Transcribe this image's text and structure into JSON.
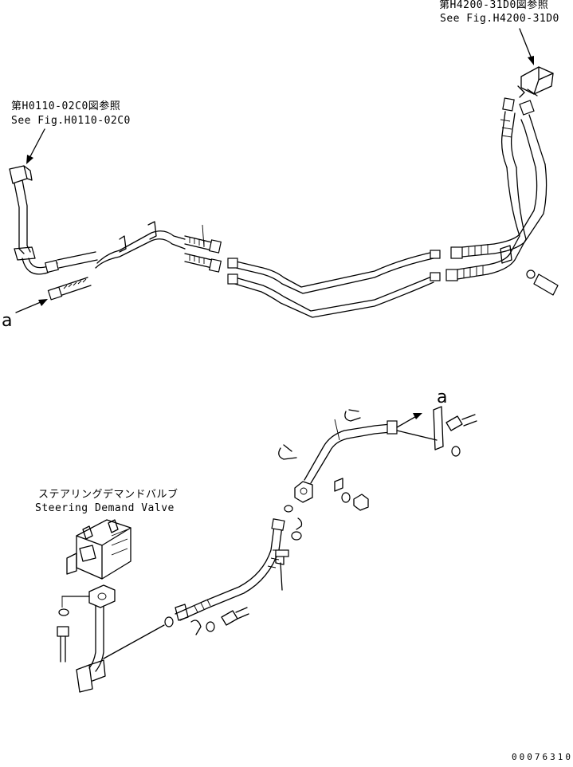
{
  "refs": {
    "top_right": {
      "jp": "第H4200-31D0図参照",
      "en": "See Fig.H4200-31D0"
    },
    "top_left": {
      "jp": "第H0110-02C0図参照",
      "en": "See Fig.H0110-02C0"
    }
  },
  "valve": {
    "jp": "ステアリングデマンドバルブ",
    "en": "Steering Demand Valve"
  },
  "markers": {
    "a_left": "a",
    "a_right": "a"
  },
  "drawing_code": "00076310"
}
